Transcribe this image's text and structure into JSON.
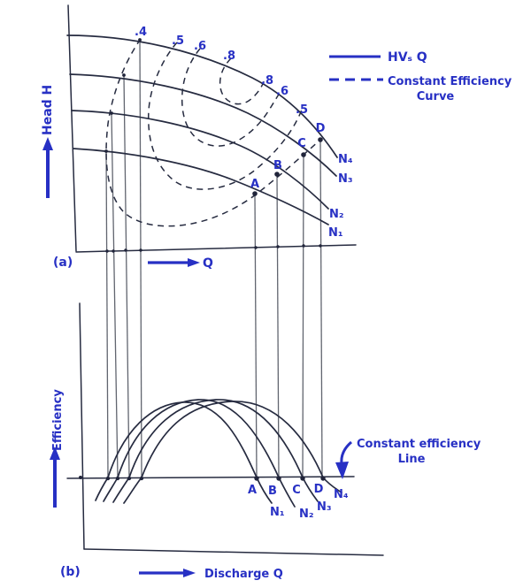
{
  "colors": {
    "accent_blue": "#2730c4",
    "curve_ink": "#262b40",
    "transfer_line_gray": "#61656f",
    "background": "#ffffff"
  },
  "panel_a": {
    "tag": "(a)",
    "y_axis": "Head H",
    "x_axis": "Q",
    "contour_labels_top": [
      ".4",
      ".5",
      ".6",
      ".8"
    ],
    "contour_labels_right": [
      ".8",
      ".6",
      ".5"
    ],
    "points": [
      "A",
      "B",
      "C",
      "D"
    ],
    "curves": [
      "N₁",
      "N₂",
      "N₃",
      "N₄"
    ]
  },
  "legend": {
    "solid": "HVₛ Q",
    "dashed_line1": "Constant Efficiency",
    "dashed_line2": "Curve"
  },
  "panel_b": {
    "tag": "(b)",
    "y_axis": "Efficiency",
    "x_axis": "Discharge Q",
    "points": [
      "A",
      "B",
      "C",
      "D"
    ],
    "curves": [
      "N₁",
      "N₂",
      "N₃",
      "N₄"
    ],
    "annotation_line1": "Constant efficiency",
    "annotation_line2": "Line"
  }
}
